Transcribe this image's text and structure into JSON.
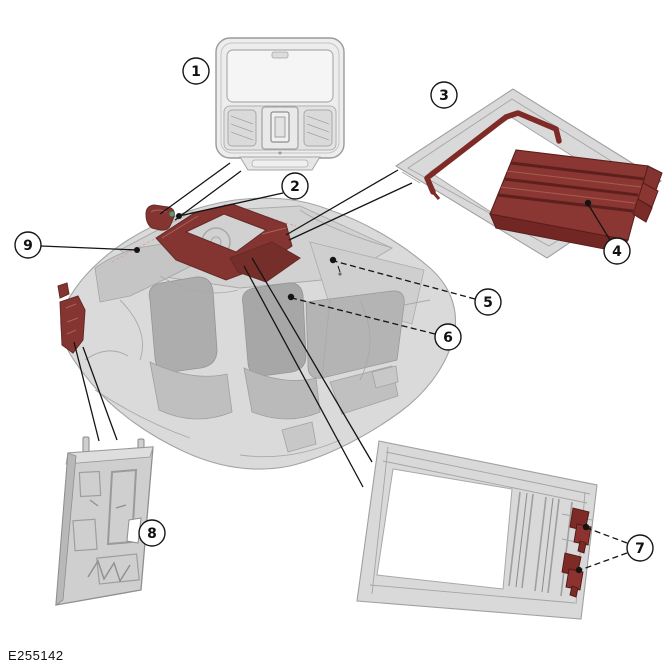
{
  "figure_code": "E255142",
  "callouts": [
    {
      "label": "1"
    },
    {
      "label": "2"
    },
    {
      "label": "3"
    },
    {
      "label": "4"
    },
    {
      "label": "5"
    },
    {
      "label": "6"
    },
    {
      "label": "7"
    },
    {
      "label": "8"
    },
    {
      "label": "9"
    }
  ],
  "colors": {
    "highlight": "#7e2a26",
    "highlight_dark": "#5c1f1c",
    "highlight_light": "#9a4a42",
    "ghost": "#d9d9d9",
    "ghost_stroke": "#a0a0a0",
    "line": "#141414",
    "green_clip": "#5d8f6d"
  }
}
